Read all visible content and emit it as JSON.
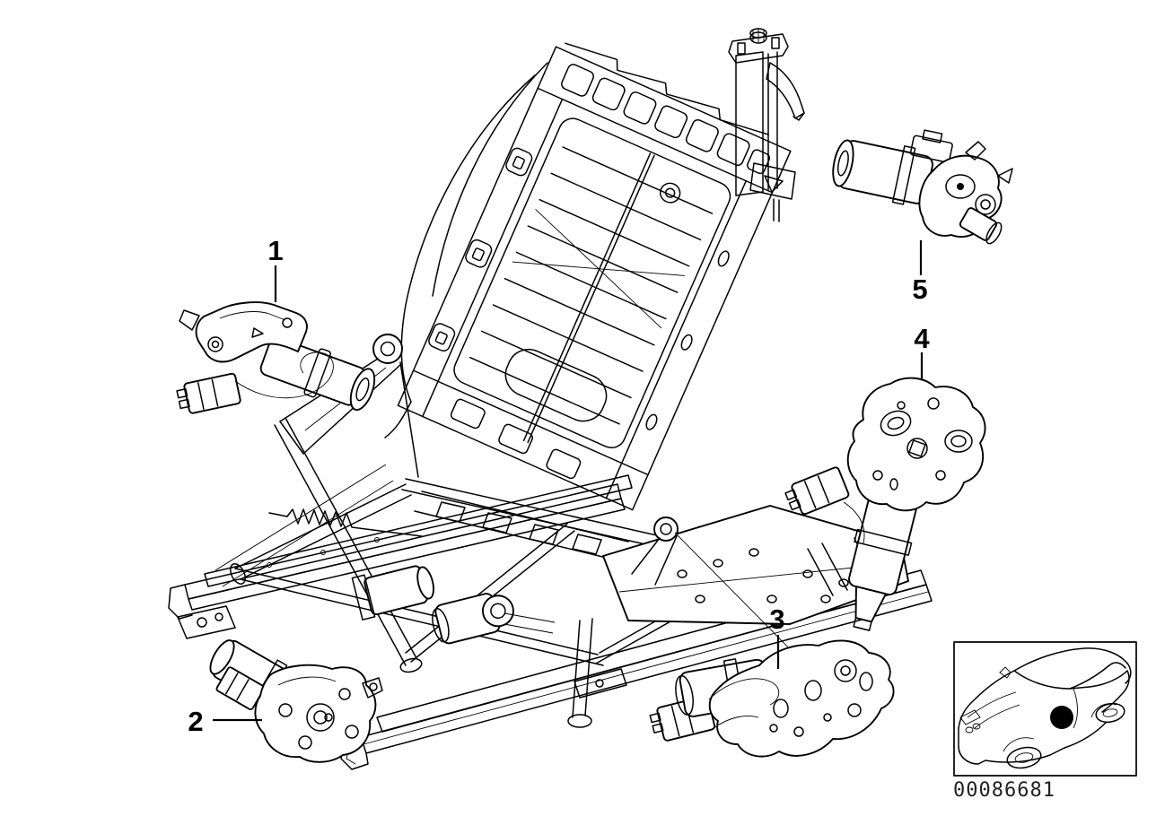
{
  "diagram": {
    "callouts": [
      "1",
      "2",
      "3",
      "4",
      "5"
    ],
    "image_number": "00086681",
    "colors": {
      "background": "#ffffff",
      "line_color": "#000000",
      "marker_color": "#000000"
    },
    "icons": {
      "seat_location_marker": "filled-circle",
      "car_thumbnail": "car-outline-3quarter-view"
    }
  }
}
